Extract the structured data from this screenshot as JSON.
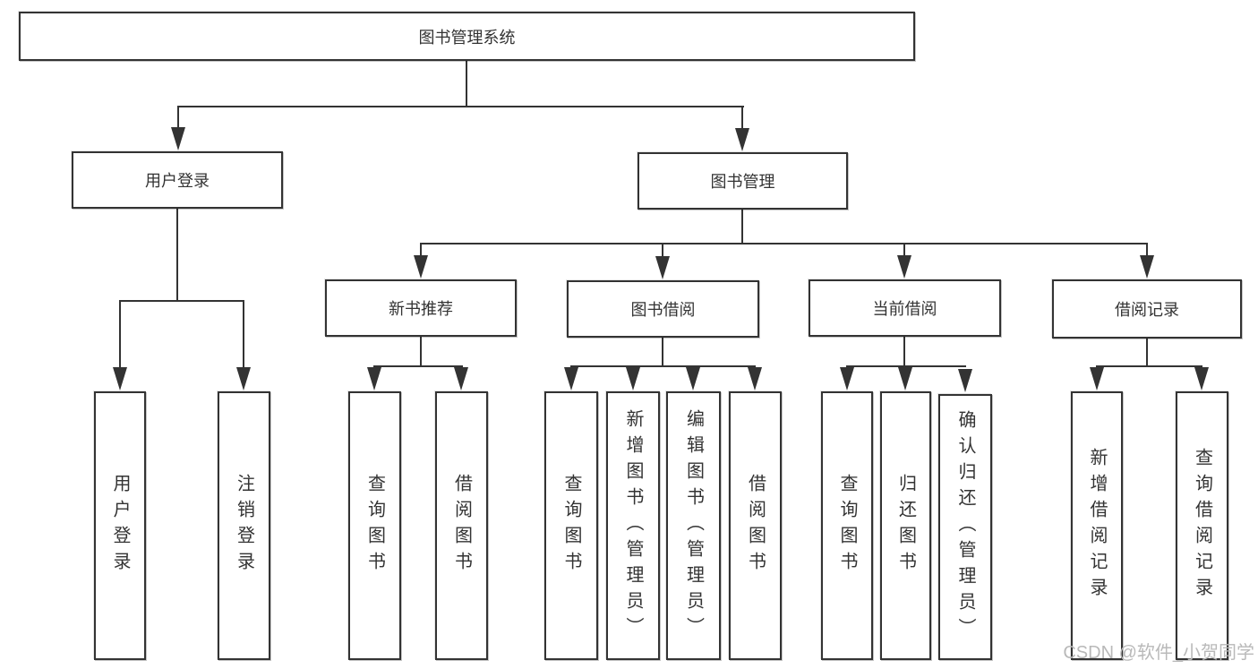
{
  "diagram": {
    "root": {
      "label": "图书管理系统"
    },
    "level2": {
      "user_login": {
        "label": "用户登录"
      },
      "book_mgmt": {
        "label": "图书管理"
      }
    },
    "level3": {
      "new_book_rec": {
        "label": "新书推荐"
      },
      "book_borrow": {
        "label": "图书借阅"
      },
      "current_borrow": {
        "label": "当前借阅"
      },
      "borrow_record": {
        "label": "借阅记录"
      }
    },
    "leaves": {
      "user_login_leaf": {
        "label": "用户登录"
      },
      "logout": {
        "label": "注销登录"
      },
      "rec_query_book": {
        "label": "查询图书"
      },
      "rec_borrow_book": {
        "label": "借阅图书"
      },
      "bb_query_book": {
        "label": "查询图书"
      },
      "bb_add_book": {
        "label": "新增图书（管理员）"
      },
      "bb_edit_book": {
        "label": "编辑图书（管理员）"
      },
      "bb_borrow_book": {
        "label": "借阅图书"
      },
      "cb_query_book": {
        "label": "查询图书"
      },
      "cb_return_book": {
        "label": "归还图书"
      },
      "cb_confirm_return": {
        "label": "确认归还（管理员）"
      },
      "br_add_record": {
        "label": "新增借阅记录"
      },
      "br_query_record": {
        "label": "查询借阅记录"
      }
    },
    "watermark": "CSDN @软件_小贺同学",
    "colors": {
      "line": "#333333",
      "watermark": "#b9b9b9",
      "background": "#ffffff"
    }
  }
}
